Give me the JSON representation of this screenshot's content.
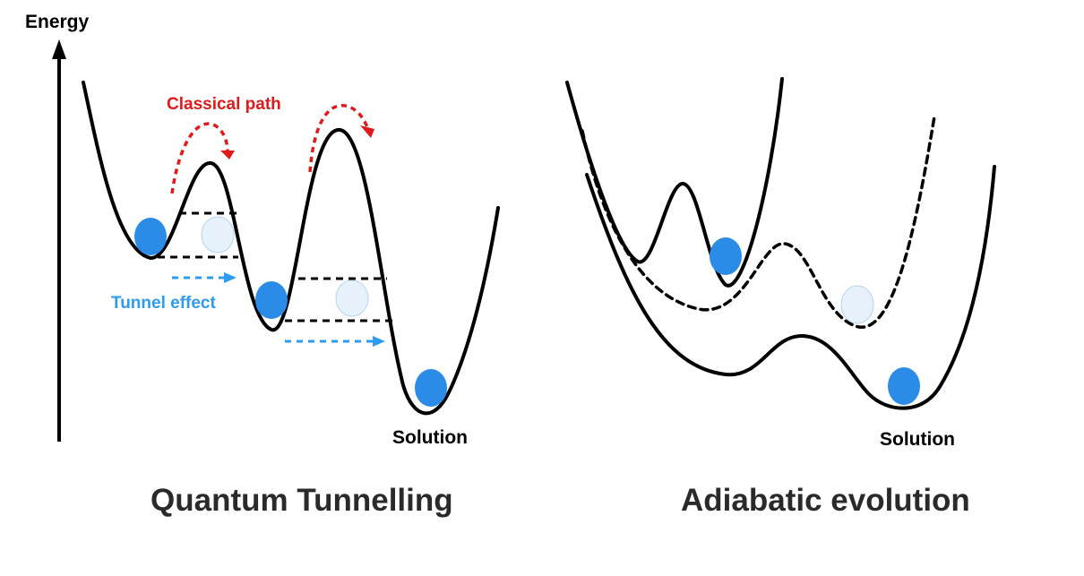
{
  "labels": {
    "energy": "Energy",
    "classical_path": "Classical path",
    "tunnel_effect": "Tunnel effect",
    "solution_left": "Solution",
    "solution_right": "Solution"
  },
  "titles": {
    "left": "Quantum Tunnelling",
    "right": "Adiabatic evolution"
  },
  "colors": {
    "curve": "#000000",
    "ball_solid": "#2b8ce8",
    "ball_faded": "#e6f1fb",
    "classical_arrow": "#e01a1a",
    "tunnel_arrow": "#2f9bf0",
    "title_text": "#2a2a2a"
  }
}
